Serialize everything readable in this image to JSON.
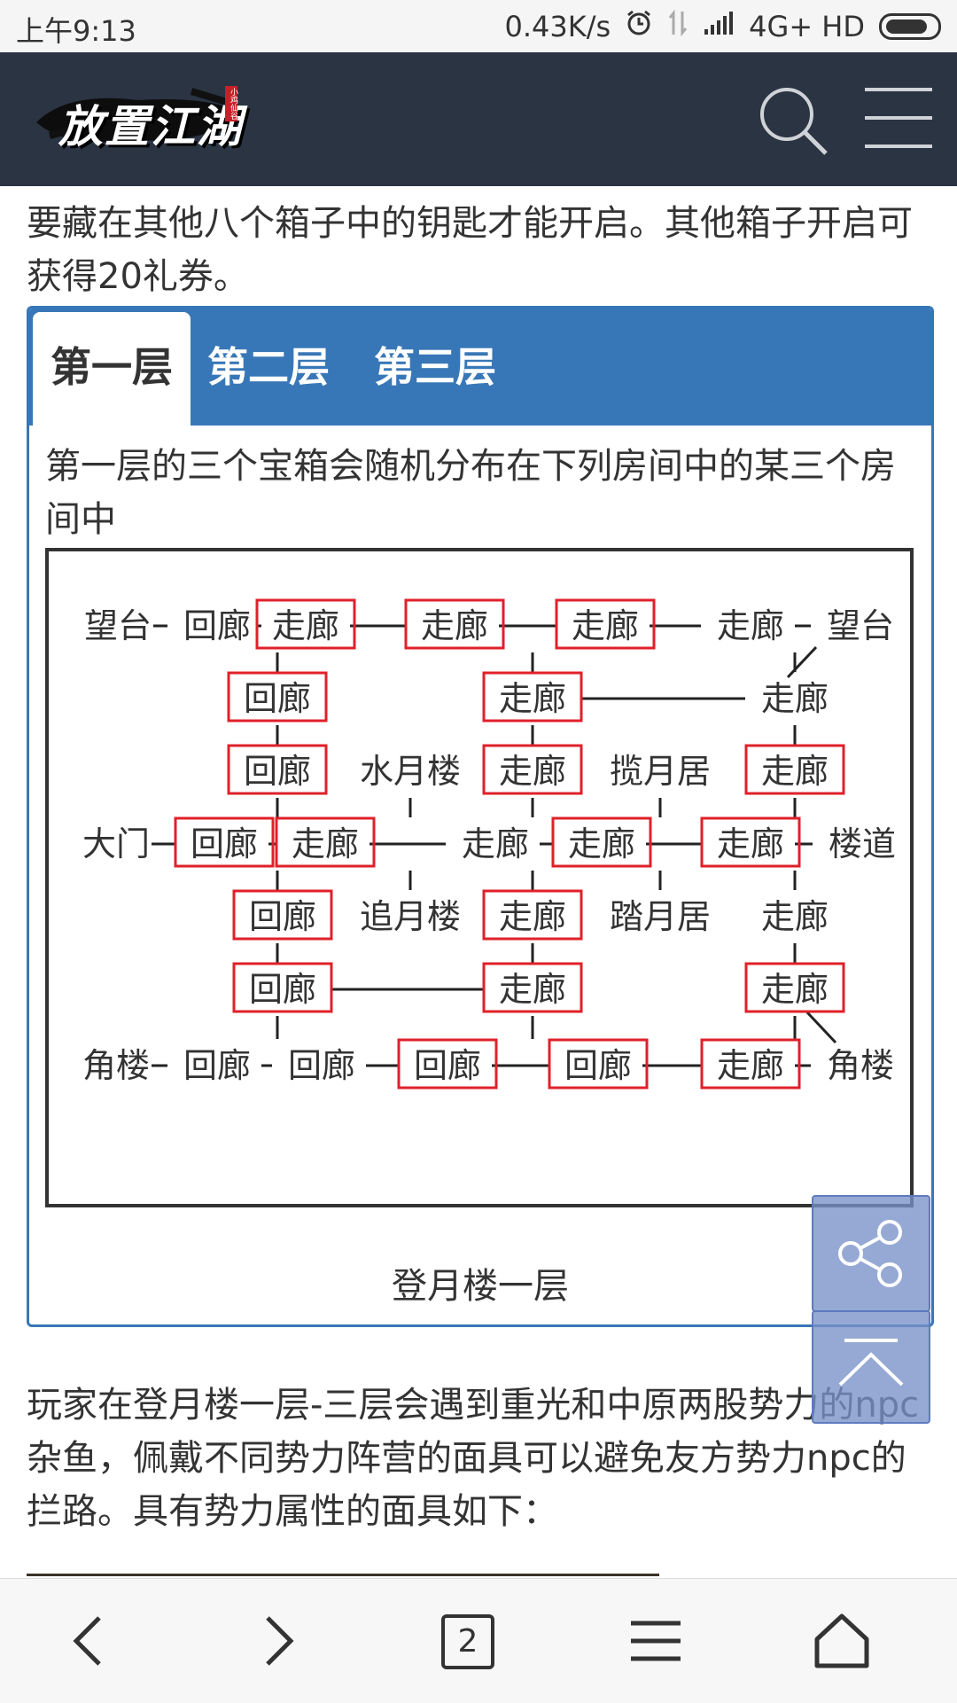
{
  "status_bar": {
    "time": "上午9:13",
    "network_speed": "0.43K/s",
    "network_type": "4G+ HD"
  },
  "header": {
    "logo_text": "放置江湖",
    "logo_seal": "小鸡仙谷"
  },
  "article": {
    "intro_text": "要藏在其他八个箱子中的钥匙才能开启。其他箱子开启可获得20礼券。",
    "outro_text": "玩家在登月楼一层-三层会遇到重光和中原两股势力的npc杂鱼，佩戴不同势力阵营的面具可以避免友方势力npc的拦路。具有势力属性的面具如下："
  },
  "tabs": [
    {
      "label": "第一层",
      "active": true
    },
    {
      "label": "第二层",
      "active": false
    },
    {
      "label": "第三层",
      "active": false
    }
  ],
  "tab_content": {
    "description": "第一层的三个宝箱会随机分布在下列房间中的某三个房间中",
    "caption": "登月楼一层"
  },
  "map": {
    "rows": [
      [
        "望台",
        "回廊",
        "走廊",
        "走廊",
        "走廊",
        "走廊",
        "望台"
      ],
      [
        "回廊",
        "走廊",
        "走廊"
      ],
      [
        "回廊",
        "水月楼",
        "走廊",
        "揽月居",
        "走廊"
      ],
      [
        "大门",
        "回廊",
        "走廊",
        "走廊",
        "走廊",
        "走廊",
        "楼道"
      ],
      [
        "回廊",
        "追月楼",
        "走廊",
        "踏月居",
        "走廊"
      ],
      [
        "回廊",
        "走廊",
        "走廊"
      ],
      [
        "角楼",
        "回廊",
        "回廊",
        "回廊",
        "回廊",
        "走廊",
        "角楼"
      ]
    ]
  },
  "bottom_nav": {
    "tab_count": "2"
  },
  "colors": {
    "header_bg": "#2b3443",
    "tab_blue": "#3877b7",
    "highlight_red": "#e0202a",
    "float_blue": "#7891c8"
  }
}
